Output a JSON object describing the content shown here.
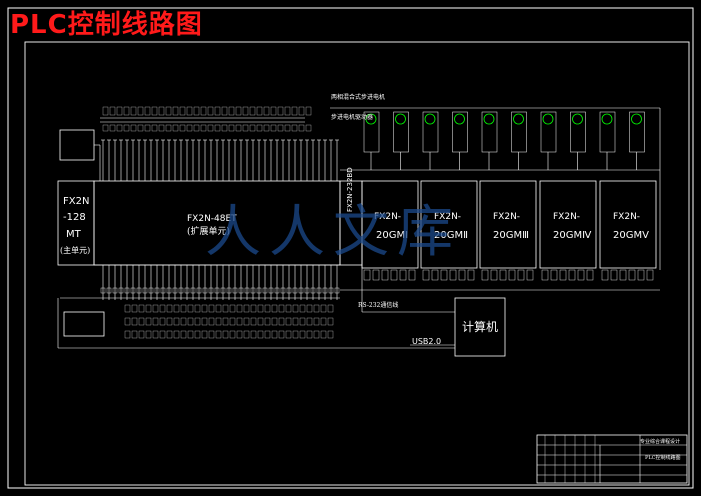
{
  "page_title": "PLC控制线路图",
  "main_plc": {
    "model_line1": "FX2N",
    "model_line2": "-128",
    "model_line3": "MT",
    "note": "(主单元)"
  },
  "expansion_unit": {
    "model": "FX2N-48ET",
    "note": "(扩展单元)"
  },
  "comm_module": {
    "label": "FX2N-232BD"
  },
  "stepper_drivers": [
    "20GMⅠ",
    "20GMⅡ",
    "20GMⅢ",
    "20GMⅣ",
    "20GMⅤ"
  ],
  "driver_prefix": "FX2N-",
  "computer": {
    "label": "计算机"
  },
  "usb_label": "USB2.0",
  "comm_line_label": "RS-232通信线",
  "stepper_bank_label_1": "两相混合式步进电机",
  "stepper_bank_label_2": "步进电机驱动器",
  "watermark": "人人文库",
  "title_block": {
    "name": "PLC控制线路图",
    "project": "专业综合课程设计"
  },
  "colors": {
    "title": "#ff1a1a",
    "lines": "#ffffff",
    "watermark": "#1b4a8c"
  }
}
